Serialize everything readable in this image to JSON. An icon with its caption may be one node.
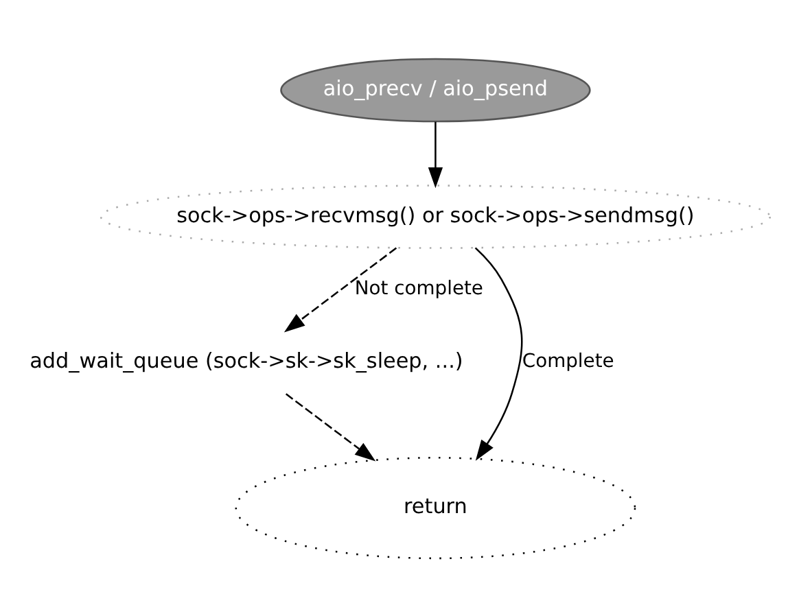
{
  "diagram": {
    "nodes": [
      {
        "text": [
          "aio_precv / aio_psend"
        ]
      },
      {
        "text": [
          "sock->ops->recvmsg() or sock->ops->sendmsg()"
        ]
      },
      {
        "text": [
          "add_wait_queue (sock->sk->sk_sleep, ...)"
        ]
      },
      {
        "text": [
          "return"
        ]
      }
    ],
    "edges": [
      {
        "from": 0,
        "to": 1,
        "arrow": "to"
      },
      {
        "from": 1,
        "to": 3,
        "arrow": "to",
        "label": "Complete"
      },
      {
        "from": 1,
        "to": 2,
        "arrow": "to",
        "label": "Not complete",
        "style": "dashed"
      },
      {
        "from": 2,
        "to": 3,
        "arrow": "to",
        "style": "dashed"
      }
    ]
  }
}
